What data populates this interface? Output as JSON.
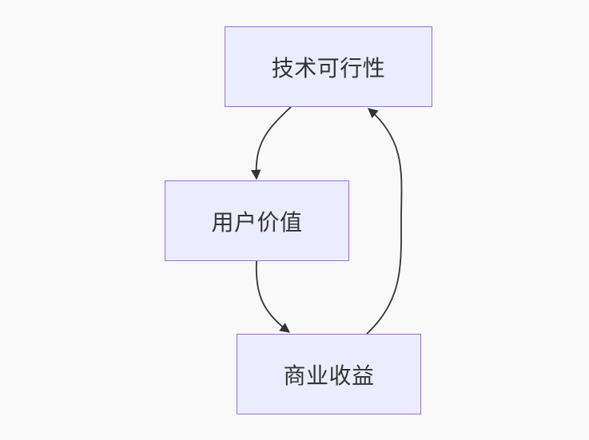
{
  "diagram": {
    "type": "flowchart",
    "nodes": [
      {
        "id": "tech",
        "label": "技术可行性"
      },
      {
        "id": "user",
        "label": "用户价值"
      },
      {
        "id": "biz",
        "label": "商业收益"
      }
    ],
    "edges": [
      {
        "from": "tech",
        "to": "user"
      },
      {
        "from": "user",
        "to": "biz"
      },
      {
        "from": "biz",
        "to": "tech"
      }
    ],
    "colors": {
      "background": "#f9f9f9",
      "node_fill": "#ececff",
      "node_border": "#9370db",
      "edge": "#333333",
      "text": "#333333"
    }
  }
}
